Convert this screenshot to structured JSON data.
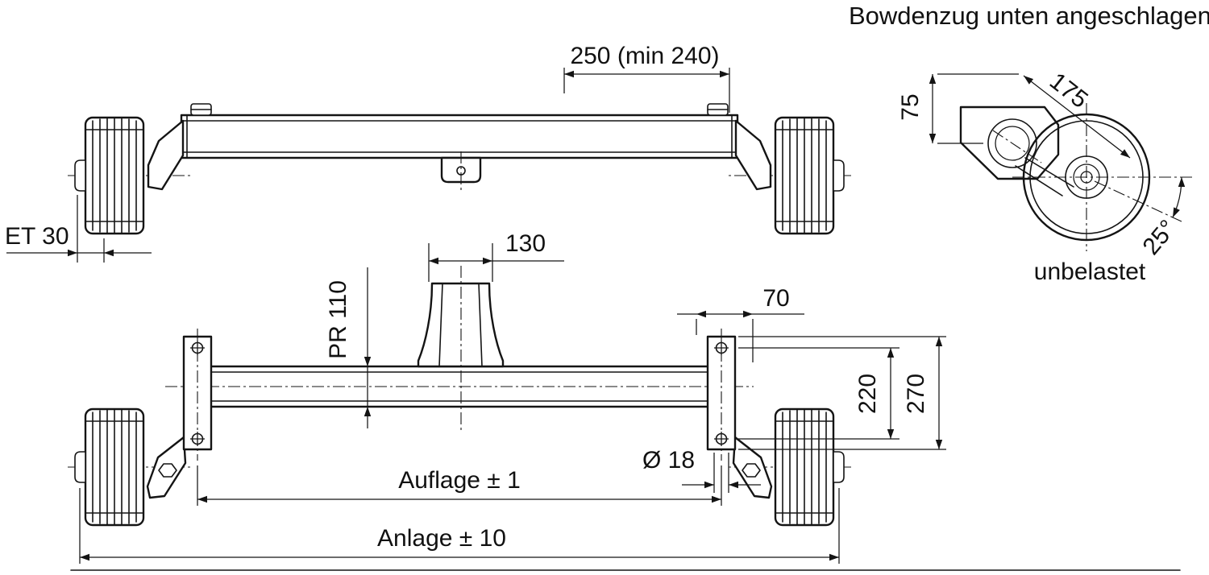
{
  "title": "Bowdenzug unten angeschlagen",
  "top_view": {
    "dim_length": "250 (min 240)",
    "dim_offset": "ET 30"
  },
  "detail_view": {
    "dim_height": "75",
    "dim_radius": "175",
    "dim_angle": "25°",
    "caption": "unbelastet"
  },
  "bottom_view": {
    "dim_bracket": "130",
    "dim_profile": "PR 110",
    "dim_offset": "70",
    "dim_inner": "220",
    "dim_outer": "270",
    "dim_hole": "Ø 18",
    "dim_support": "Auflage ± 1",
    "dim_overall": "Anlage ± 10"
  }
}
